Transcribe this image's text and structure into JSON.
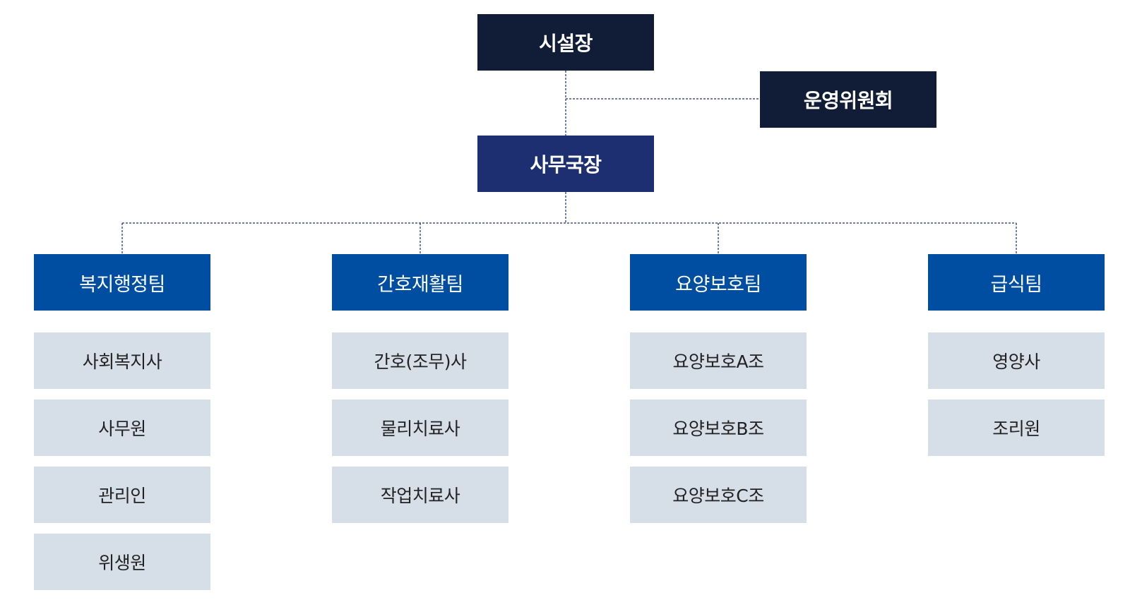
{
  "org_chart": {
    "director": {
      "label": "시설장"
    },
    "committee": {
      "label": "운영위원회"
    },
    "secretary_general": {
      "label": "사무국장"
    },
    "teams": [
      {
        "label": "복지행정팀",
        "roles": [
          "사회복지사",
          "사무원",
          "관리인",
          "위생원"
        ]
      },
      {
        "label": "간호재활팀",
        "roles": [
          "간호(조무)사",
          "물리치료사",
          "작업치료사"
        ]
      },
      {
        "label": "요양보호팀",
        "roles": [
          "요양보호A조",
          "요양보호B조",
          "요양보호C조"
        ]
      },
      {
        "label": "급식팀",
        "roles": [
          "영양사",
          "조리원"
        ]
      }
    ]
  },
  "colors": {
    "director_bg": "#111c36",
    "committee_bg": "#111c36",
    "secretary_bg": "#1d2f70",
    "team_bg": "#004ea2",
    "role_bg": "#d6dee8",
    "connector": "#1d2f70"
  }
}
